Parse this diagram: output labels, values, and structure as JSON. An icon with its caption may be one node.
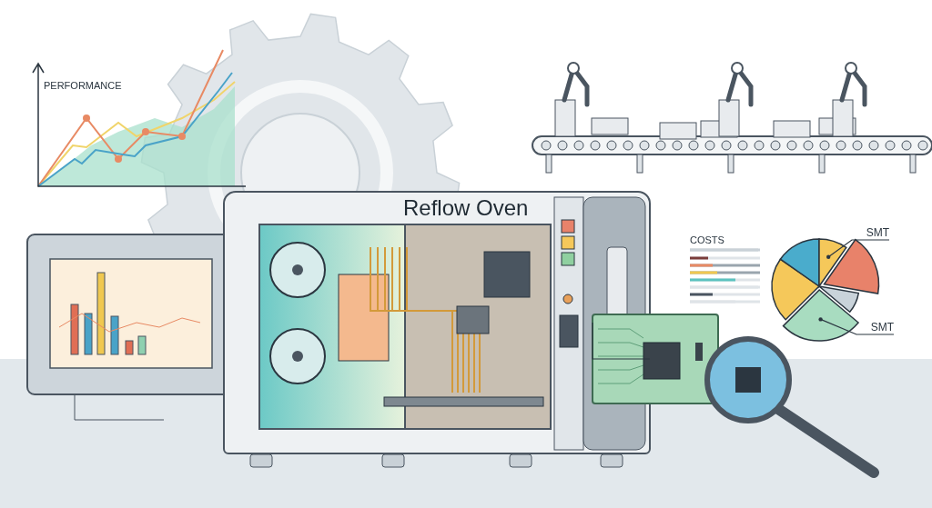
{
  "diagram": {
    "nodes": [
      {
        "text": [
          "Reflow Oven"
        ]
      },
      {
        "text": [
          "SMT"
        ]
      },
      {
        "text": [],
        "shape": "wedge"
      },
      {
        "text": [
          "SMT"
        ]
      },
      {
        "text": [],
        "shape": "wedge"
      },
      {
        "text": [],
        "shape": "picture"
      }
    ],
    "edges": [
      {
        "from": 1,
        "to": 2,
        "arrow": "other"
      },
      {
        "from": 3,
        "to": 4,
        "arrow": "other"
      },
      {
        "from": 0,
        "to": 5,
        "arrow": "none"
      }
    ],
    "labels": [
      "PERFORMANCE",
      "COSTS"
    ]
  }
}
